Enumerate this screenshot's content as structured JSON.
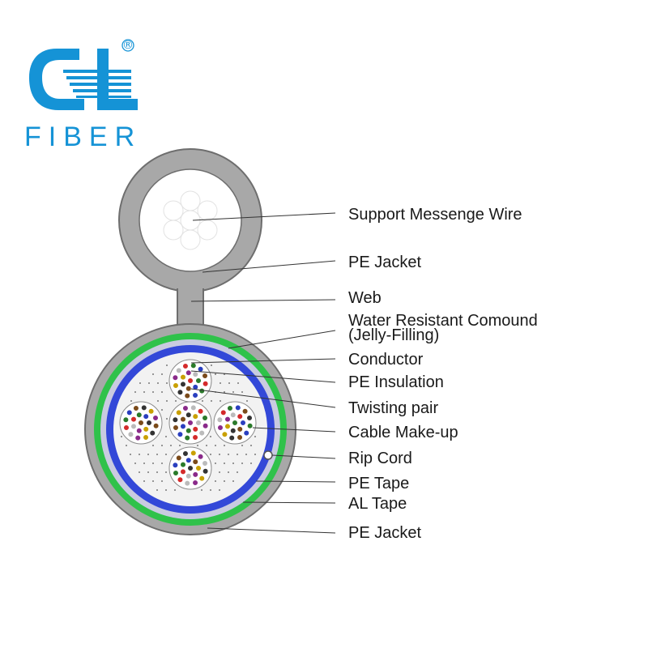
{
  "brand": {
    "name": "FIBER",
    "registered_mark": "®",
    "color": "#1593d6"
  },
  "colors": {
    "outer_jacket": "#a8a8a8",
    "jacket_edge": "#6e6e6e",
    "al_tape": "#2fc24a",
    "pe_tape": "#3348d8",
    "core_fill": "#f2f2f2",
    "leader": "#333333"
  },
  "callouts": [
    {
      "id": "support-messenge-wire",
      "label": "Support Messenge Wire"
    },
    {
      "id": "pe-jacket-top",
      "label": "PE Jacket"
    },
    {
      "id": "web",
      "label": "Web"
    },
    {
      "id": "water-resistant",
      "label": "Water Resistant Comound",
      "label2": "(Jelly-Filling)"
    },
    {
      "id": "conductor",
      "label": "Conductor"
    },
    {
      "id": "pe-insulation",
      "label": "PE Insulation"
    },
    {
      "id": "twisting-pair",
      "label": "Twisting pair"
    },
    {
      "id": "cable-make-up",
      "label": "Cable Make-up"
    },
    {
      "id": "rip-cord",
      "label": "Rip Cord"
    },
    {
      "id": "pe-tape",
      "label": "PE Tape"
    },
    {
      "id": "al-tape",
      "label": "AL Tape"
    },
    {
      "id": "pe-jacket-bottom",
      "label": "PE Jacket"
    }
  ]
}
